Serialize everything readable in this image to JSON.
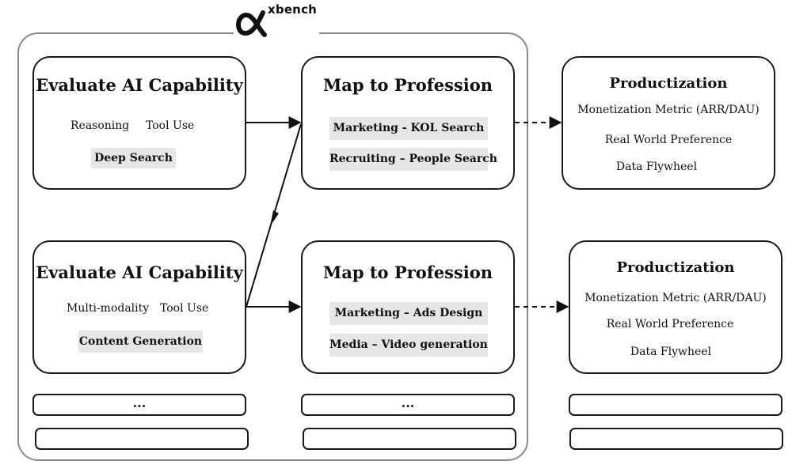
{
  "logo": {
    "text": "xbench",
    "icon": "alpha-logo-icon"
  },
  "row1": {
    "capability": {
      "title": "Evaluate AI Capability",
      "tags": [
        "Reasoning",
        "Tool Use"
      ],
      "focus": "Deep Search"
    },
    "profession": {
      "title": "Map to Profession",
      "items": [
        "Marketing - KOL Search",
        "Recruiting – People Search"
      ]
    },
    "product": {
      "title": "Productization",
      "items": [
        "Monetization Metric (ARR/DAU)",
        "Real World Preference",
        "Data Flywheel"
      ]
    }
  },
  "row2": {
    "capability": {
      "title": "Evaluate AI Capability",
      "tags": [
        "Multi-modality",
        "Tool Use"
      ],
      "focus": "Content Generation"
    },
    "profession": {
      "title": "Map to Profession",
      "items": [
        "Marketing – Ads Design",
        "Media – Video generation"
      ]
    },
    "product": {
      "title": "Productization",
      "items": [
        "Monetization Metric (ARR/DAU)",
        "Real World Preference",
        "Data Flywheel"
      ]
    }
  },
  "placeholders": {
    "ellipsis": "..."
  }
}
